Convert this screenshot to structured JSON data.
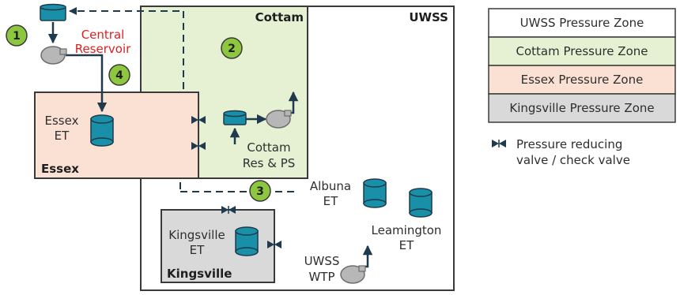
{
  "zones": {
    "uwss": "UWSS",
    "cottam": "Cottam",
    "essex": "Essex",
    "kingsville": "Kingsville"
  },
  "labels": {
    "central_reservoir_1": "Central",
    "central_reservoir_2": "Reservoir",
    "essex_et_1": "Essex",
    "essex_et_2": "ET",
    "cottam_res_1": "Cottam",
    "cottam_res_2": "Res & PS",
    "albuna_1": "Albuna",
    "albuna_2": "ET",
    "leamington_1": "Leamington",
    "leamington_2": "ET",
    "kingsville_et_1": "Kingsville",
    "kingsville_et_2": "ET",
    "uwss_wtp_1": "UWSS",
    "uwss_wtp_2": "WTP"
  },
  "markers": {
    "m1": "1",
    "m2": "2",
    "m3": "3",
    "m4": "4"
  },
  "legend": {
    "uwss": "UWSS Pressure Zone",
    "cottam": "Cottam Pressure Zone",
    "essex": "Essex Pressure Zone",
    "kingsville": "Kingsville Pressure Zone",
    "prv_1": "Pressure reducing",
    "prv_2": "valve / check valve"
  },
  "colors": {
    "uwss_fill": "#ffffff",
    "cottam_fill": "#e6f1d4",
    "essex_fill": "#fbe1d4",
    "kingsville_fill": "#d9d9d9",
    "tank": "#1a8fa8",
    "pipe": "#1e3a4c",
    "marker": "#8dc63f",
    "reservoir_label": "#e02020"
  }
}
